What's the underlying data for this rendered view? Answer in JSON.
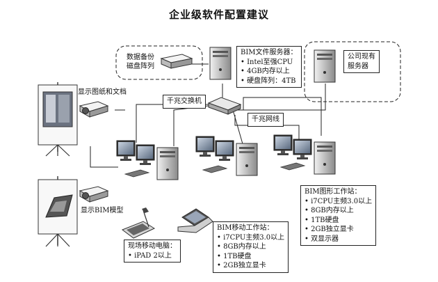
{
  "title": "企业级软件配置建议",
  "storage": {
    "line1": "数据备份",
    "line2": "磁盘阵列"
  },
  "file_server": {
    "title": "BIM文件服务器：",
    "specs": [
      "Intel至强CPU",
      "4GB内存以上",
      "硬盘阵列：4TB"
    ]
  },
  "existing_server": {
    "line1": "公司现有",
    "line2": "服务器"
  },
  "switch_label": "千兆交换机",
  "network_label": "千兆网线",
  "projector_docs_label": "显示图纸和文档",
  "projector_bim_label": "显示BIM模型",
  "graphics_ws": {
    "title": "BIM图形工作站：",
    "specs": [
      "i7CPU主频3.0以上",
      "8GB内存以上",
      "1TB硬盘",
      "2GB独立显卡",
      "双显示器"
    ]
  },
  "mobile_ws": {
    "title": "BIM移动工作站：",
    "specs": [
      "i7CPU主频3.0以上",
      "8GB内存以上",
      "1TB硬盘",
      "2GB独立显卡"
    ]
  },
  "tablet": {
    "title": "现场移动电脑：",
    "spec": "iPAD 2以上"
  }
}
